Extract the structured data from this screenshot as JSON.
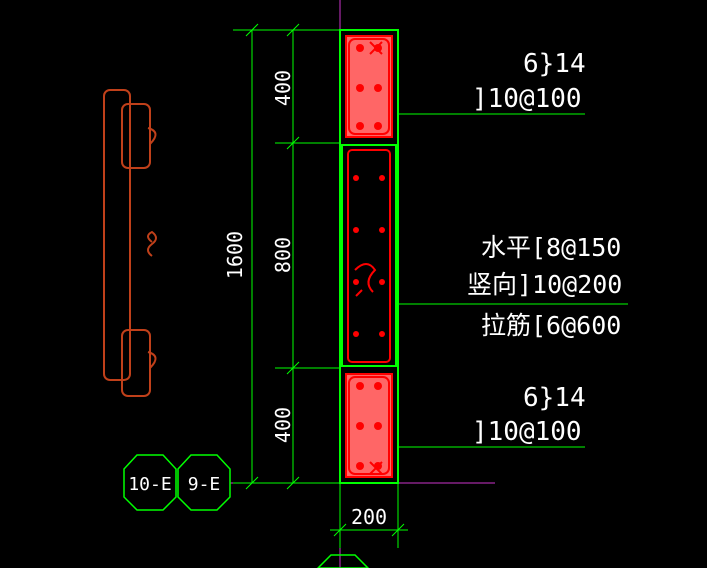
{
  "colors": {
    "background": "#000000",
    "dimension": "#00ff00",
    "concrete": "#ff3333",
    "zone_fill": "#ff6666",
    "rebar": "#ff0000",
    "tie": "#c0401a",
    "axis": "#cc33cc",
    "text": "#ffffff"
  },
  "dimensions": {
    "top_zone": "400",
    "middle_zone": "800",
    "bottom_zone": "400",
    "total": "1600",
    "width": "200"
  },
  "callouts": {
    "top_long_bars": "6}14",
    "top_stirrups": "]10@100",
    "horizontal_bars": "水平[8@150",
    "vertical_bars": "竖向]10@200",
    "tie_bars": "拉筋[6@600",
    "bottom_long_bars": "6}14",
    "bottom_stirrups": "]10@100"
  },
  "axis_labels": {
    "left_tag": "10-E",
    "right_tag": "9-E"
  }
}
